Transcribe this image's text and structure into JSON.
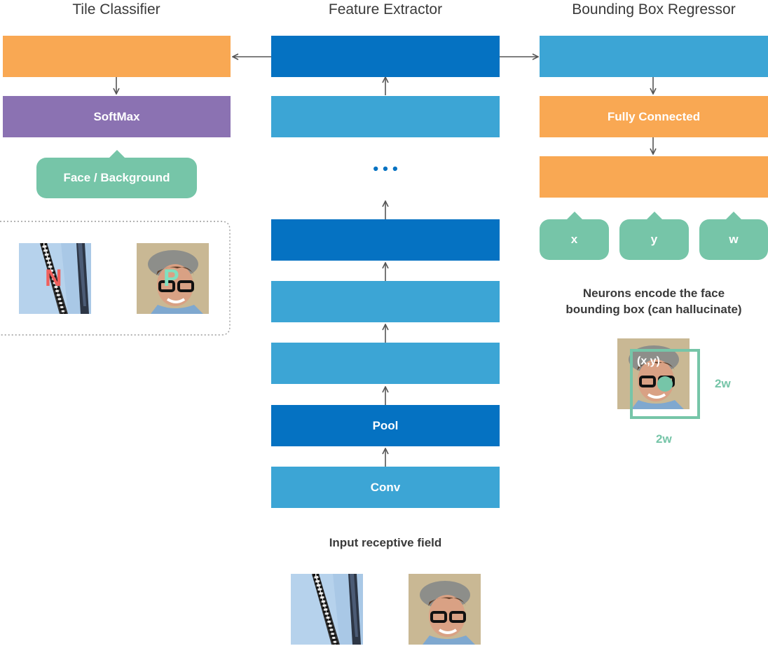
{
  "titles": {
    "left": "Tile Classifier",
    "center": "Feature Extractor",
    "right": "Bounding Box Regressor"
  },
  "classifier": {
    "softmax_label": "SoftMax",
    "output_label": "Face / Background",
    "negative_letter": "N",
    "positive_letter": "P"
  },
  "extractor": {
    "ellipsis": "• • •",
    "pool_label": "Pool",
    "conv_label": "Conv",
    "input_caption": "Input receptive field"
  },
  "regressor": {
    "fc_label": "Fully Connected",
    "outputs": [
      "x",
      "y",
      "w"
    ],
    "caption_line1": "Neurons encode the face",
    "caption_line2": "bounding box (can hallucinate)",
    "center_label": "(x,y)",
    "width_label_right": "2w",
    "width_label_bottom": "2w"
  },
  "colors": {
    "orange": "#f9a853",
    "purple": "#8b72b2",
    "dark_blue": "#0572c2",
    "light_blue": "#3ca5d5",
    "green": "#76c5a8",
    "negative": "#f0605d",
    "positive": "#7fe0c0"
  }
}
